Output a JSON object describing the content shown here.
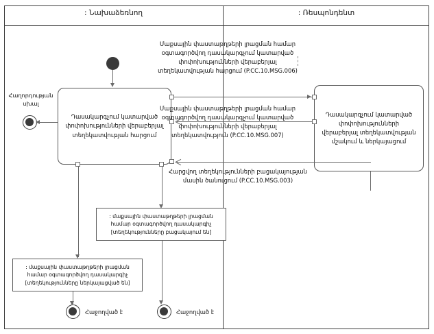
{
  "diagram": {
    "title": "UML activity diagram with swimlanes",
    "lanes": [
      {
        "id": "initiator",
        "label": ": Նախաձեռնող"
      },
      {
        "id": "respondent",
        "label": ": Ռեսպոնդենտ"
      }
    ],
    "nodes": {
      "initial": {
        "name": "initial-node"
      },
      "activity_request": {
        "label": "Դասակարգչում կատարված փոփոխությունների վերաբերյալ տեղեկատվության հարցում"
      },
      "activity_process": {
        "label": "Դասակարգչում կատարված փոփոխությունների վերաբերյալ տեղեկատվության մշակում և ներկայացում"
      },
      "object_missing": {
        "label": ": մաքսային փաստաթղթերի լրացման համար օգտագործվող դասակարգիչ [տեղեկությունները բացակայում են]"
      },
      "object_provided": {
        "label": ": մաքսային փաստաթղթերի լրացման համար օգտագործվող դասակարգիչ [տեղեկությունները ներկայացված են]"
      },
      "final_error": {
        "label": "Հաղորդության սխալ"
      },
      "final_ok_left": {
        "label": "Հաջողված է"
      },
      "final_ok_right": {
        "label": "Հաջողված է"
      }
    },
    "messages": [
      {
        "id": "MSG-006",
        "label": "Մաքսային փաստաթղթերի լրացման համար օգտագործվող դասակարգչում կատարված փոփոխությունների վերաբերյալ տեղեկատվության հարցում (P.CC.10.MSG.006)"
      },
      {
        "id": "MSG-007",
        "label": "Մաքսային փաստաթղթերի լրացման համար օգտագործվող դասակարգչում կատարված փոփոխությունների վերաբերյալ տեղեկատվություն (P.CC.10.MSG.007)"
      },
      {
        "id": "MSG-003",
        "label": "Հարցվող տեղեկությունների բացակայության մասին ծանուցում (P.CC.10.MSG.003)"
      }
    ],
    "colors": {
      "frame": "#3b3b3b",
      "line": "#6a6a6a",
      "node_fill": "#3a3a3a",
      "background": "#ffffff"
    }
  }
}
